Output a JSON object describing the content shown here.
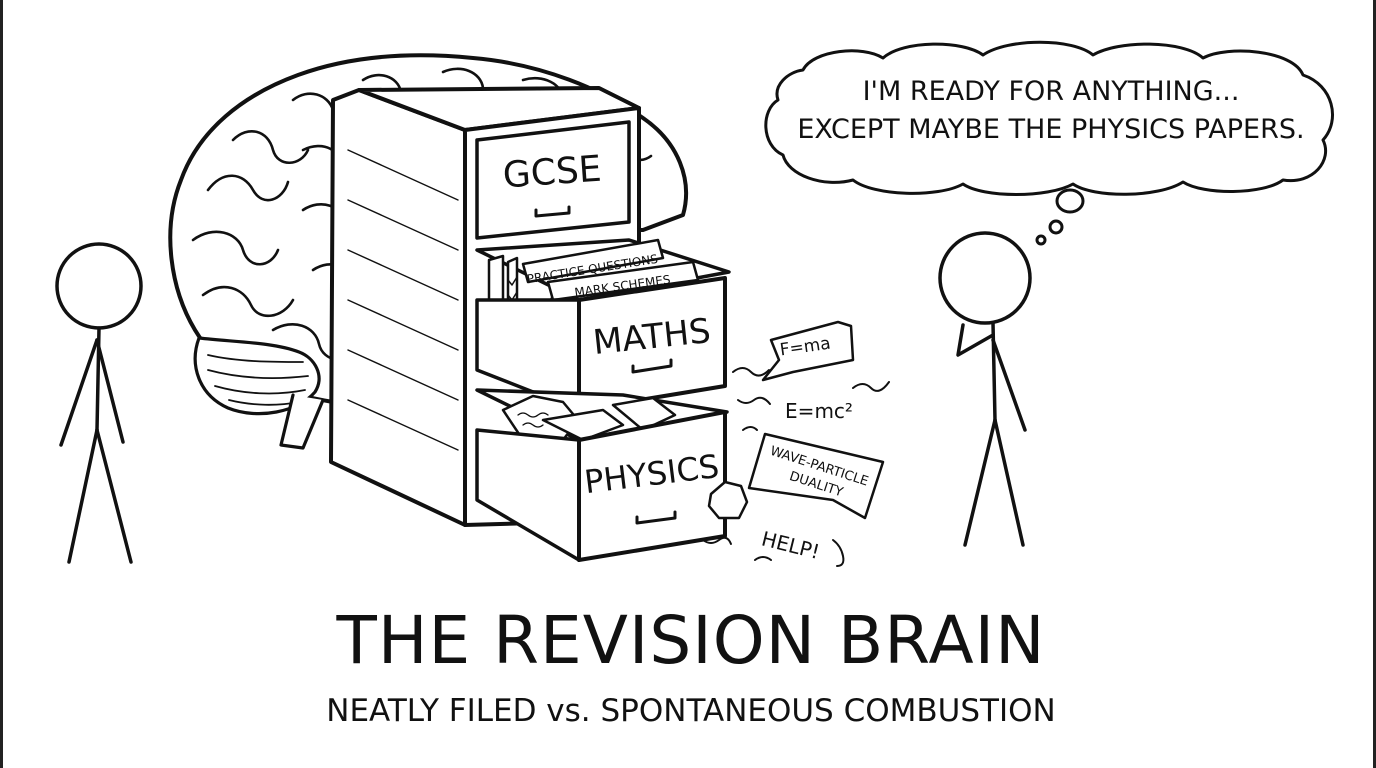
{
  "thought_bubble": {
    "line1": "I'M READY FOR ANYTHING...",
    "line2": "EXCEPT MAYBE THE PHYSICS PAPERS."
  },
  "cabinet": {
    "drawer_top": "GCSE",
    "drawer_middle": "MATHS",
    "drawer_bottom": "PHYSICS",
    "folder_front": "PRACTICE QUESTIONS",
    "folder_back": "MARK SCHEMES"
  },
  "flying_notes": {
    "note1": "F=ma",
    "note2": "E=mc²",
    "note3_line1": "WAVE-PARTICLE",
    "note3_line2": "DUALITY",
    "cry": "HELP!"
  },
  "caption": {
    "title": "THE REVISION BRAIN",
    "subtitle": "NEATLY FILED vs. SPONTANEOUS COMBUSTION"
  }
}
